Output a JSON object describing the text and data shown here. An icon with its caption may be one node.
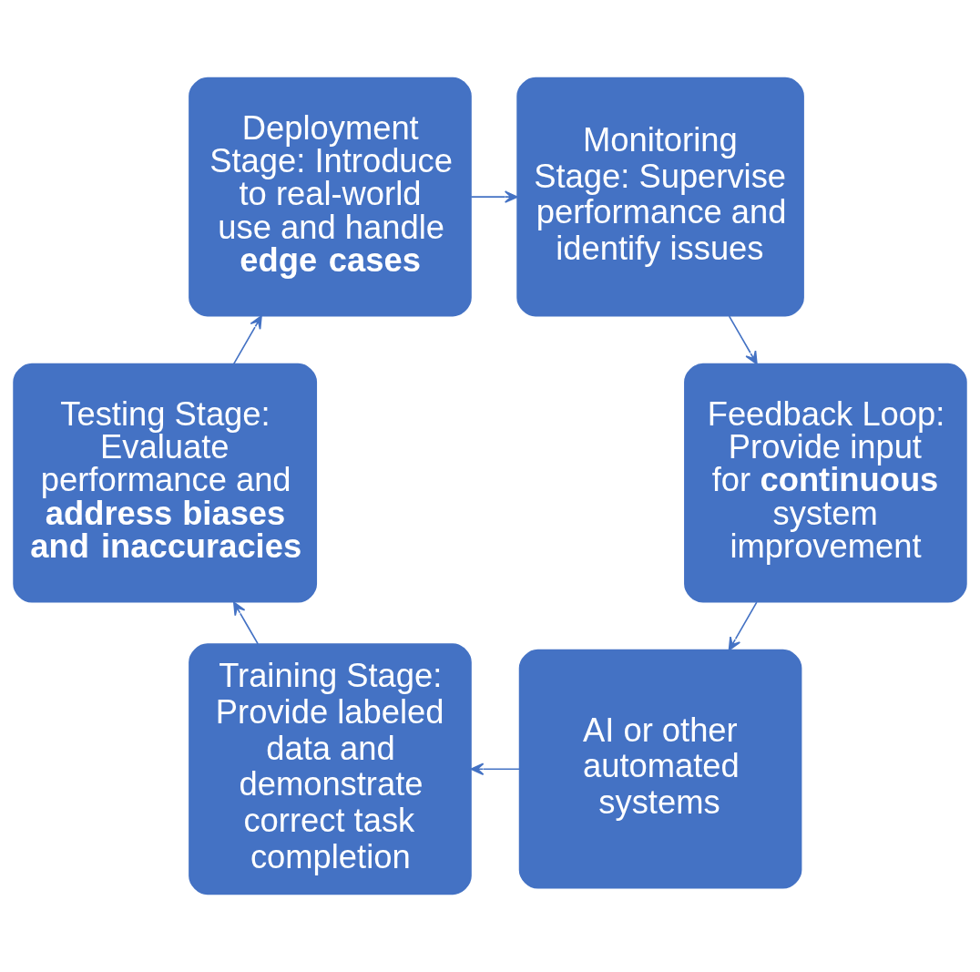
{
  "diagram": {
    "nodes": [
      {
        "text": [
          "AI or other automated systems"
        ]
      },
      {
        "text": [
          "Training Stage: Provide labeled data and demonstrate correct task completion"
        ]
      },
      {
        "text": [
          "Testing Stage: Evaluate performance and **address biases and inaccuracies**"
        ]
      },
      {
        "text": [
          "Deployment Stage: Introduce to real-world use and handle **edge cases**"
        ]
      },
      {
        "text": [
          "Monitoring Stage: Supervise performance and identify issues"
        ]
      },
      {
        "text": [
          "Feedback Loop: Provide input for **continuous** system improvement"
        ]
      }
    ],
    "edges": [
      {
        "from": 0,
        "to": 1,
        "arrow": "to"
      },
      {
        "from": 1,
        "to": 2,
        "arrow": "to"
      },
      {
        "from": 2,
        "to": 3,
        "arrow": "to"
      },
      {
        "from": 3,
        "to": 4,
        "arrow": "to"
      },
      {
        "from": 4,
        "to": 5,
        "arrow": "to"
      },
      {
        "from": 5,
        "to": 0,
        "arrow": "to"
      }
    ]
  }
}
